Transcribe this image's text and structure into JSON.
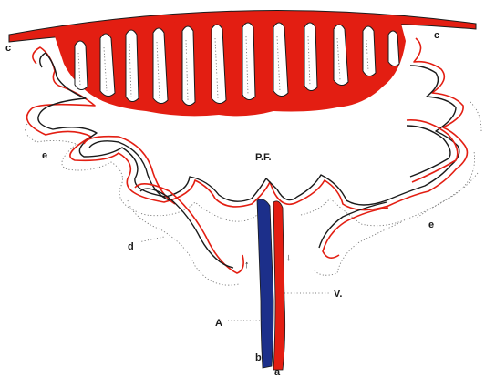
{
  "labels": {
    "c_left": "c",
    "c_right": "c",
    "e_left": "e",
    "e_right": "e",
    "d": "d",
    "pf": "P.F.",
    "a_upper": "A",
    "b": "b",
    "a_lower": "a",
    "v": "V.",
    "arrow_up": "↑",
    "arrow_down": "↓"
  },
  "colors": {
    "red": "#e31e12",
    "black": "#1a1a1a",
    "blue": "#1c2f8a",
    "dotted": "#7a7a7a"
  }
}
